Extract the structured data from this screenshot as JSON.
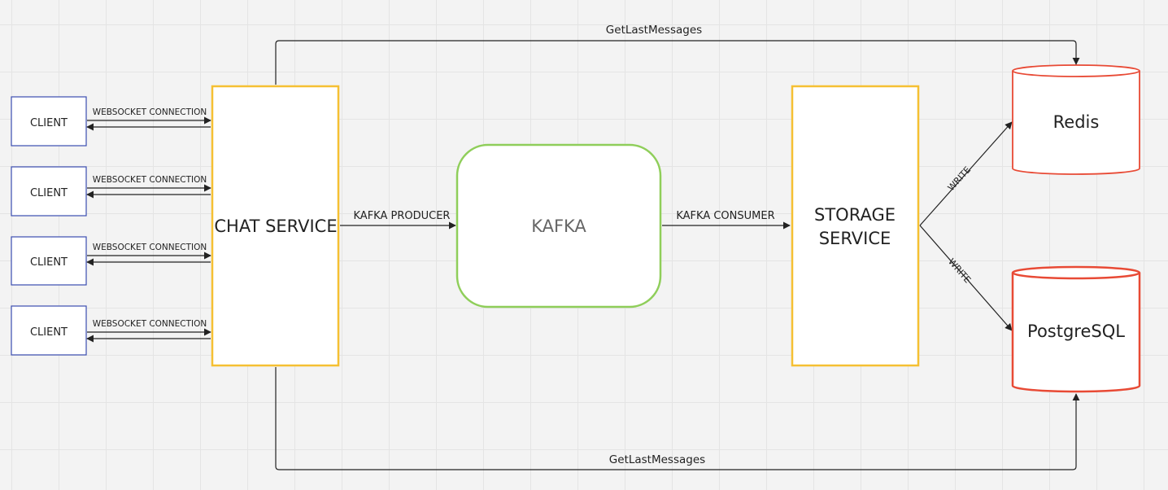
{
  "clients": [
    {
      "label": "CLIENT",
      "connection_label": "WEBSOCKET CONNECTION"
    },
    {
      "label": "CLIENT",
      "connection_label": "WEBSOCKET CONNECTION"
    },
    {
      "label": "CLIENT",
      "connection_label": "WEBSOCKET CONNECTION"
    },
    {
      "label": "CLIENT",
      "connection_label": "WEBSOCKET CONNECTION"
    }
  ],
  "chat_service": {
    "label": "CHAT SERVICE"
  },
  "kafka": {
    "label": "KAFKA"
  },
  "storage_service": {
    "line1": "STORAGE",
    "line2": "SERVICE"
  },
  "redis": {
    "label": "Redis"
  },
  "postgres": {
    "label": "PostgreSQL"
  },
  "edges": {
    "producer_label": "KAFKA PRODUCER",
    "consumer_label": "KAFKA CONSUMER",
    "write_redis_label": "WRITE",
    "write_postgres_label": "WRITE",
    "get_last_top_label": "GetLastMessages",
    "get_last_bottom_label": "GetLastMessages"
  },
  "colors": {
    "client_border": "#3a4db0",
    "service_border": "#f5c033",
    "kafka_border": "#8fce5a",
    "db_border": "#e84a35",
    "edge": "#222222"
  }
}
